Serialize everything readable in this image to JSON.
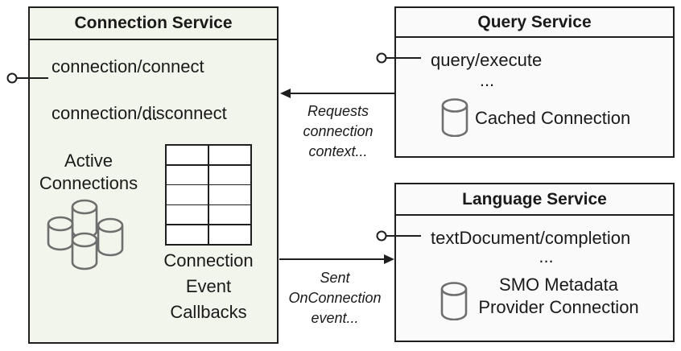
{
  "connection_service": {
    "title": "Connection Service",
    "method_1": "connection/connect",
    "method_2": "connection/disconnect",
    "ellipsis": "...",
    "active_connections_label": "Active\nConnections",
    "callbacks_label": "Connection\nEvent\nCallbacks"
  },
  "query_service": {
    "title": "Query Service",
    "method_1": "query/execute",
    "ellipsis": "...",
    "cached_connection_label": "Cached Connection"
  },
  "language_service": {
    "title": "Language Service",
    "method_1": "textDocument/completion",
    "ellipsis": "...",
    "smo_connection_label": "SMO Metadata\nProvider Connection"
  },
  "edges": {
    "requests_label": "Requests\nconnection\ncontext...",
    "sent_label": "Sent\nOnConnection\nevent..."
  },
  "icons": {
    "cluster": "database-cluster-icon",
    "database": "database-icon",
    "lollipop": "provided-interface-lollipop-icon",
    "arrow": "arrow-icon"
  },
  "colors": {
    "connection_box_fill": "#f2f5eb",
    "service_box_fill": "#fafafa",
    "border": "#1f1f1f",
    "cylinder_stroke": "#6e6e6e",
    "text": "#1a1a1a"
  }
}
